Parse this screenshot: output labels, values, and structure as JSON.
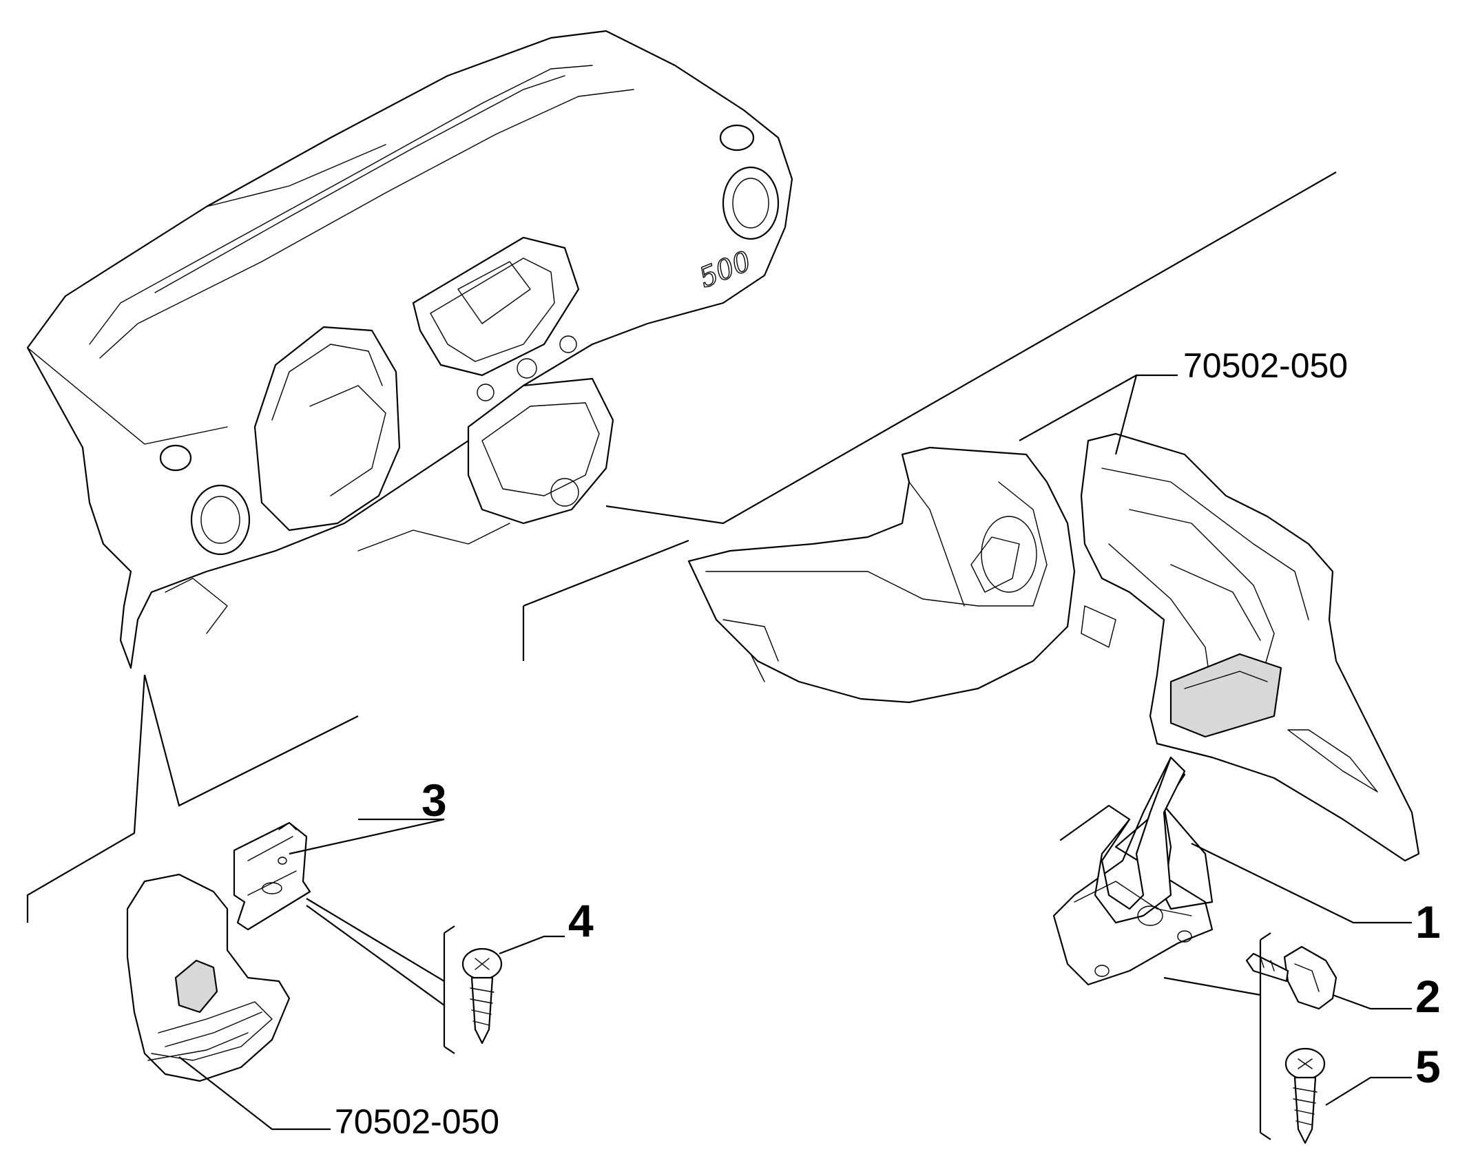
{
  "callouts": {
    "ref_top": "70502-050",
    "ref_bottom": "70502-050",
    "n1": "1",
    "n2": "2",
    "n3": "3",
    "n4": "4",
    "n5": "5"
  },
  "logo_text": "500",
  "colors": {
    "line": "#000000",
    "background": "#ffffff",
    "shade": "#d8d8d8"
  }
}
